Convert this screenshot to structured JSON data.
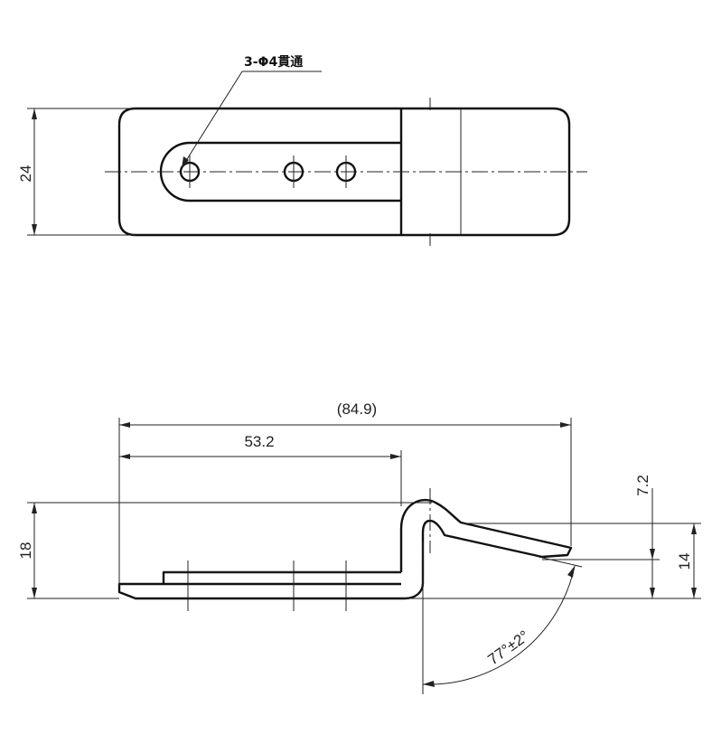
{
  "title": "",
  "top_view": {
    "hole_note": "3-Φ4貫通",
    "height_dim": "24"
  },
  "side_view": {
    "overall_length_dim": "(84.9)",
    "hinge_position_dim": "53.2",
    "height_dim": "18",
    "offset_dim": "7.2",
    "right_height_dim": "14",
    "angle_dim": "77°±2°"
  }
}
